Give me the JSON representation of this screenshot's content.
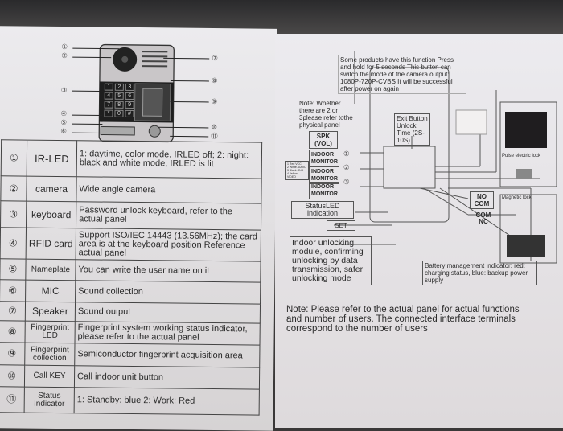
{
  "left_page": {
    "callouts": [
      "①",
      "②",
      "③",
      "④",
      "⑤",
      "⑥",
      "⑦",
      "⑧",
      "⑨",
      "⑩",
      "⑪"
    ],
    "keypad_keys": [
      "1",
      "2",
      "3",
      "4",
      "5",
      "6",
      "7",
      "8",
      "9",
      "*",
      "0",
      "#"
    ],
    "table": [
      {
        "num": "①",
        "name": "IR-LED",
        "desc": "1: daytime, color mode, IRLED off; 2: night: black and white mode, IRLED is lit"
      },
      {
        "num": "②",
        "name": "camera",
        "desc": "Wide angle camera"
      },
      {
        "num": "③",
        "name": "keyboard",
        "desc": "Password unlock keyboard, refer to the actual panel"
      },
      {
        "num": "④",
        "name": "RFID card",
        "desc": "Support ISO/IEC 14443 (13.56MHz); the card area is at the keyboard position Reference actual panel"
      },
      {
        "num": "⑤",
        "name": "Nameplate",
        "desc": "You can write the user name on it"
      },
      {
        "num": "⑥",
        "name": "MIC",
        "desc": "Sound collection"
      },
      {
        "num": "⑦",
        "name": "Speaker",
        "desc": "Sound output"
      },
      {
        "num": "⑧",
        "name": "Fingerprint LED",
        "desc": "Fingerprint system working status indicator, please refer to the actual panel"
      },
      {
        "num": "⑨",
        "name": "Fingerprint collection",
        "desc": "Semiconductor fingerprint acquisition area"
      },
      {
        "num": "⑩",
        "name": "Call KEY",
        "desc": "Call indoor unit button"
      },
      {
        "num": "⑪",
        "name": "Status Indicator",
        "desc": "1: Standby: blue 2: Work: Red"
      }
    ]
  },
  "right_page": {
    "top_note": "Some products have this function Press and hold for 5 seconds This button can switch the mode of the camera output: 1080P-720P-CVBS It will be successful after power on again",
    "whether_note": "Note: Whether there are 2 or 3please refer tothe physical panel",
    "exit_button": "Exit Button Unlock Time (2S-10S)",
    "spk": "SPK (VOL)",
    "indoor_monitor": "INDOOR MONITOR",
    "monitor_nums": [
      "①",
      "②",
      "③"
    ],
    "wire_legend": [
      "1 Red VCC",
      "2 White AUDIO",
      "3 Black GND",
      "4 Yellow VIDEO"
    ],
    "status_led": "StatusLED indication",
    "set": "SET",
    "indoor_unlock": "Indoor unlocking module, confirming unlocking by data transmission, safer unlocking mode",
    "no_com": "NO COM",
    "com_nc": "COM NC",
    "pulse_lock": "Pulse electric lock",
    "magnetic_lock": "Magnetic lock",
    "battery": "Battery management indicator: red: charging status, blue: backup power supply",
    "bottom_note": "Note: Please refer to the actual panel for actual functions and number of users. The connected interface terminals correspond to the number of users"
  }
}
